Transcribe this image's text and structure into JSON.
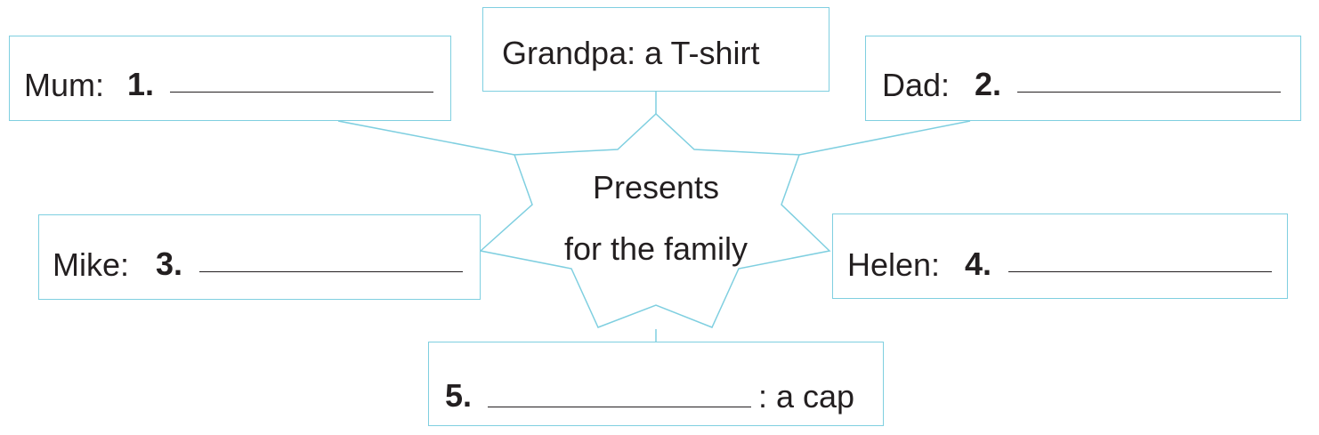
{
  "center": {
    "line1": "Presents",
    "line2": "for the family"
  },
  "boxes": {
    "grandpa": {
      "text": "Grandpa: a T-shirt"
    },
    "mum": {
      "name": "Mum:",
      "number": "1."
    },
    "dad": {
      "name": "Dad:",
      "number": "2."
    },
    "mike": {
      "name": "Mike:",
      "number": "3."
    },
    "helen": {
      "name": "Helen:",
      "number": "4."
    },
    "bottom": {
      "number": "5.",
      "suffix": ": a cap"
    }
  },
  "colors": {
    "outline": "#7fcfe0",
    "text": "#231f20"
  }
}
